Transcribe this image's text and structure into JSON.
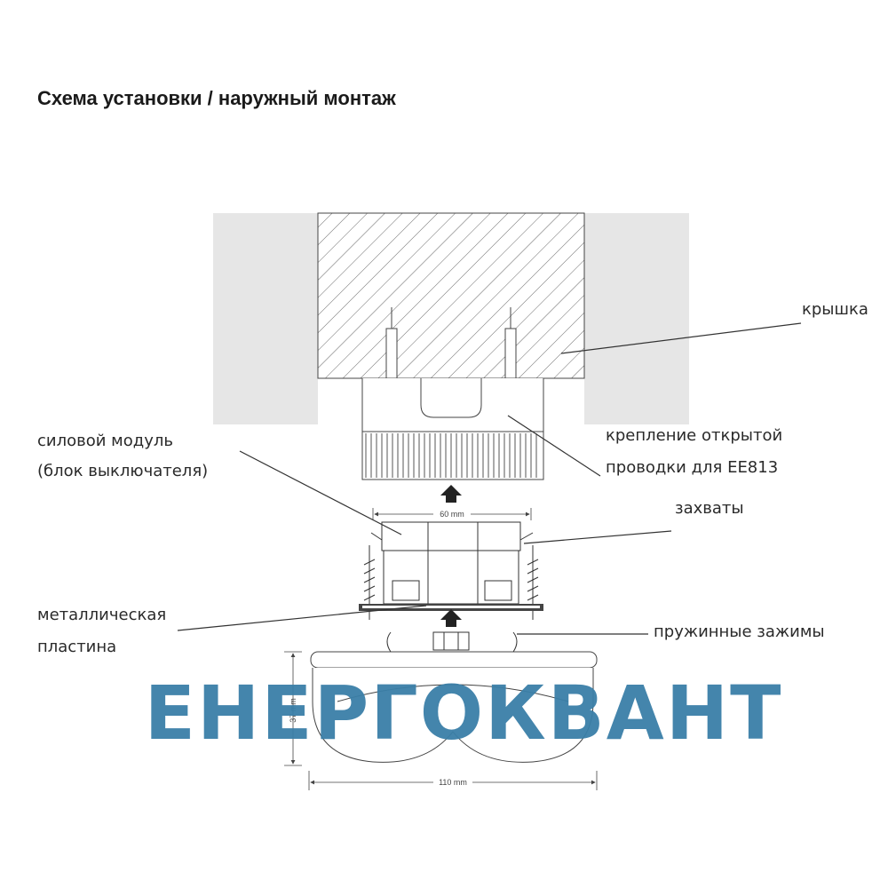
{
  "title": "Схема установки / наружный монтаж",
  "labels": {
    "cover": "крышка",
    "mount_line1": "крепление открытой",
    "mount_line2": "проводки для EE813",
    "power_line1": "силовой модуль",
    "power_line2": "(блок выключателя)",
    "grips": "захваты",
    "plate_line1": "металлическая",
    "plate_line2": "пластина",
    "springs": "пружинные зажимы"
  },
  "dimensions": {
    "module_width": "60 mm",
    "cover_width": "110 mm",
    "cover_height": "37 mm"
  },
  "watermark": {
    "text": "ЕНЕРГОКВАНТ",
    "color": "#3a7fa8"
  },
  "colors": {
    "wall": "#e6e6e6",
    "line": "#3a3a3a"
  }
}
